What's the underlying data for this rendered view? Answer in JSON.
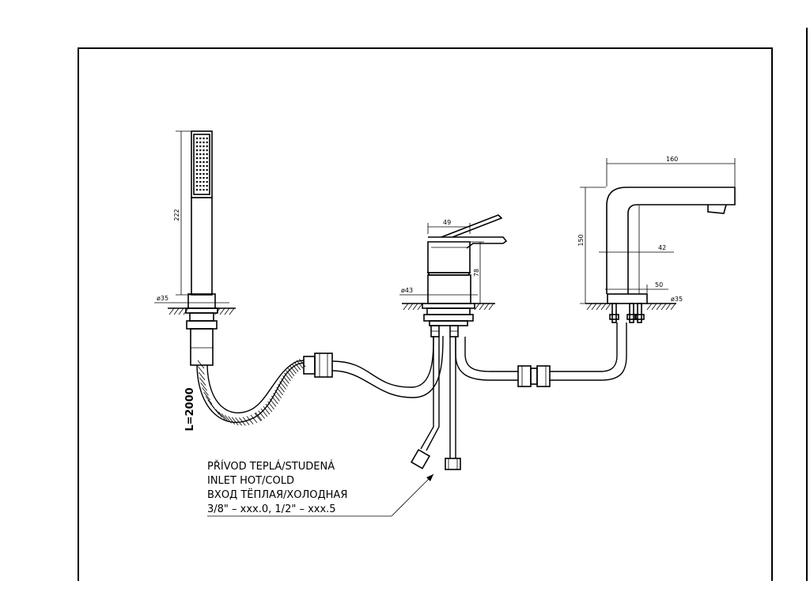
{
  "dimensions": {
    "shower_height": "222",
    "shower_diameter": "ø35",
    "hose_length": "L=2000",
    "mixer_width": "49",
    "mixer_height": "78",
    "mixer_diameter": "ø43",
    "spout_reach": "160",
    "spout_height": "150",
    "spout_neck": "42",
    "spout_base": "50",
    "spout_diameter": "ø35"
  },
  "note": {
    "line1": "PŘÍVOD TEPLÁ/STUDENÁ",
    "line2": "INLET HOT/COLD",
    "line3": "ВХОД ТЁПЛАЯ/ХОЛОДНАЯ",
    "line4": "3/8\" – xxx.0, 1/2\" – xxx.5"
  }
}
